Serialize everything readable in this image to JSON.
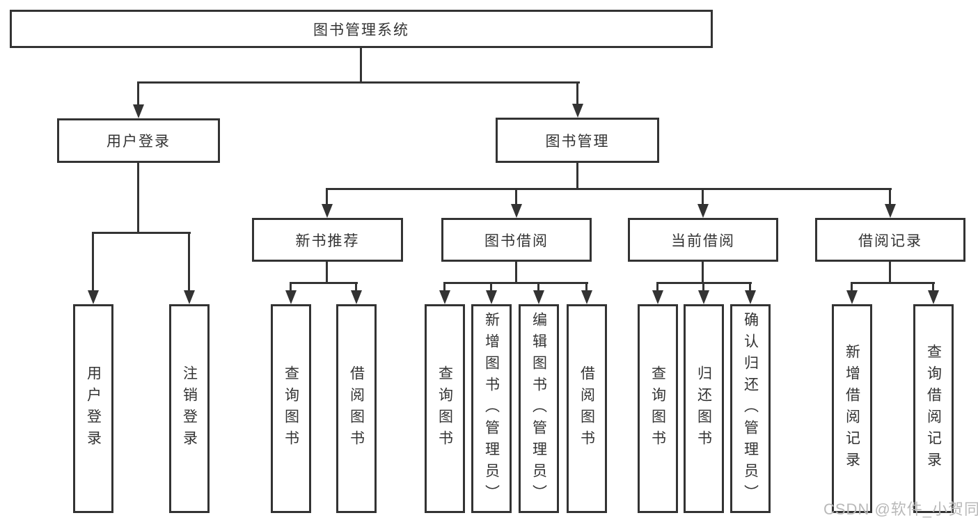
{
  "diagram": {
    "type": "tree",
    "background": "#ffffff",
    "line_color": "#333333",
    "text_color": "#333333"
  },
  "tree": {
    "root": "图书管理系统",
    "branches": [
      {
        "label": "用户登录",
        "children": [
          "用户登录",
          "注销登录"
        ]
      },
      {
        "label": "图书管理",
        "groups": [
          {
            "label": "新书推荐",
            "children": [
              "查询图书",
              "借阅图书"
            ]
          },
          {
            "label": "图书借阅",
            "children": [
              "查询图书",
              "新增图书（管理员）",
              "编辑图书（管理员）",
              "借阅图书"
            ]
          },
          {
            "label": "当前借阅",
            "children": [
              "查询图书",
              "归还图书",
              "确认归还（管理员）"
            ]
          },
          {
            "label": "借阅记录",
            "children": [
              "新增借阅记录",
              "查询借阅记录"
            ]
          }
        ]
      }
    ]
  },
  "watermark": {
    "text": "CSDN @软件_小贺同学",
    "color": "#b9b9b9"
  }
}
